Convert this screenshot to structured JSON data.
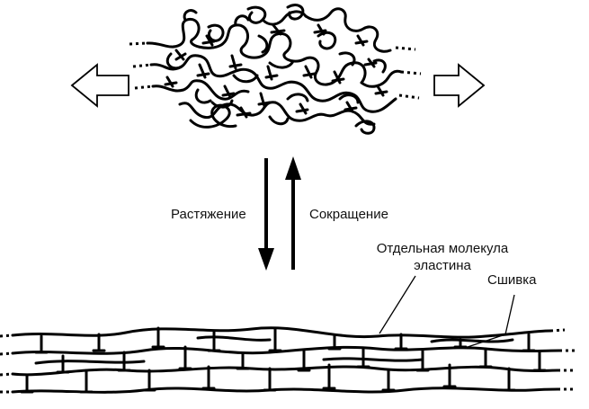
{
  "labels": {
    "stretch": "Растяжение",
    "contraction": "Сокращение",
    "molecule_line1": "Отдельная молекула",
    "molecule_line2": "эластина",
    "crosslink": "Сшивка"
  },
  "colors": {
    "ink": "#000000",
    "background": "#ffffff"
  },
  "icons": {
    "left_arrow": "hollow-arrow-left",
    "right_arrow": "hollow-arrow-right",
    "down_arrow": "arrow-down",
    "up_arrow": "arrow-up"
  }
}
